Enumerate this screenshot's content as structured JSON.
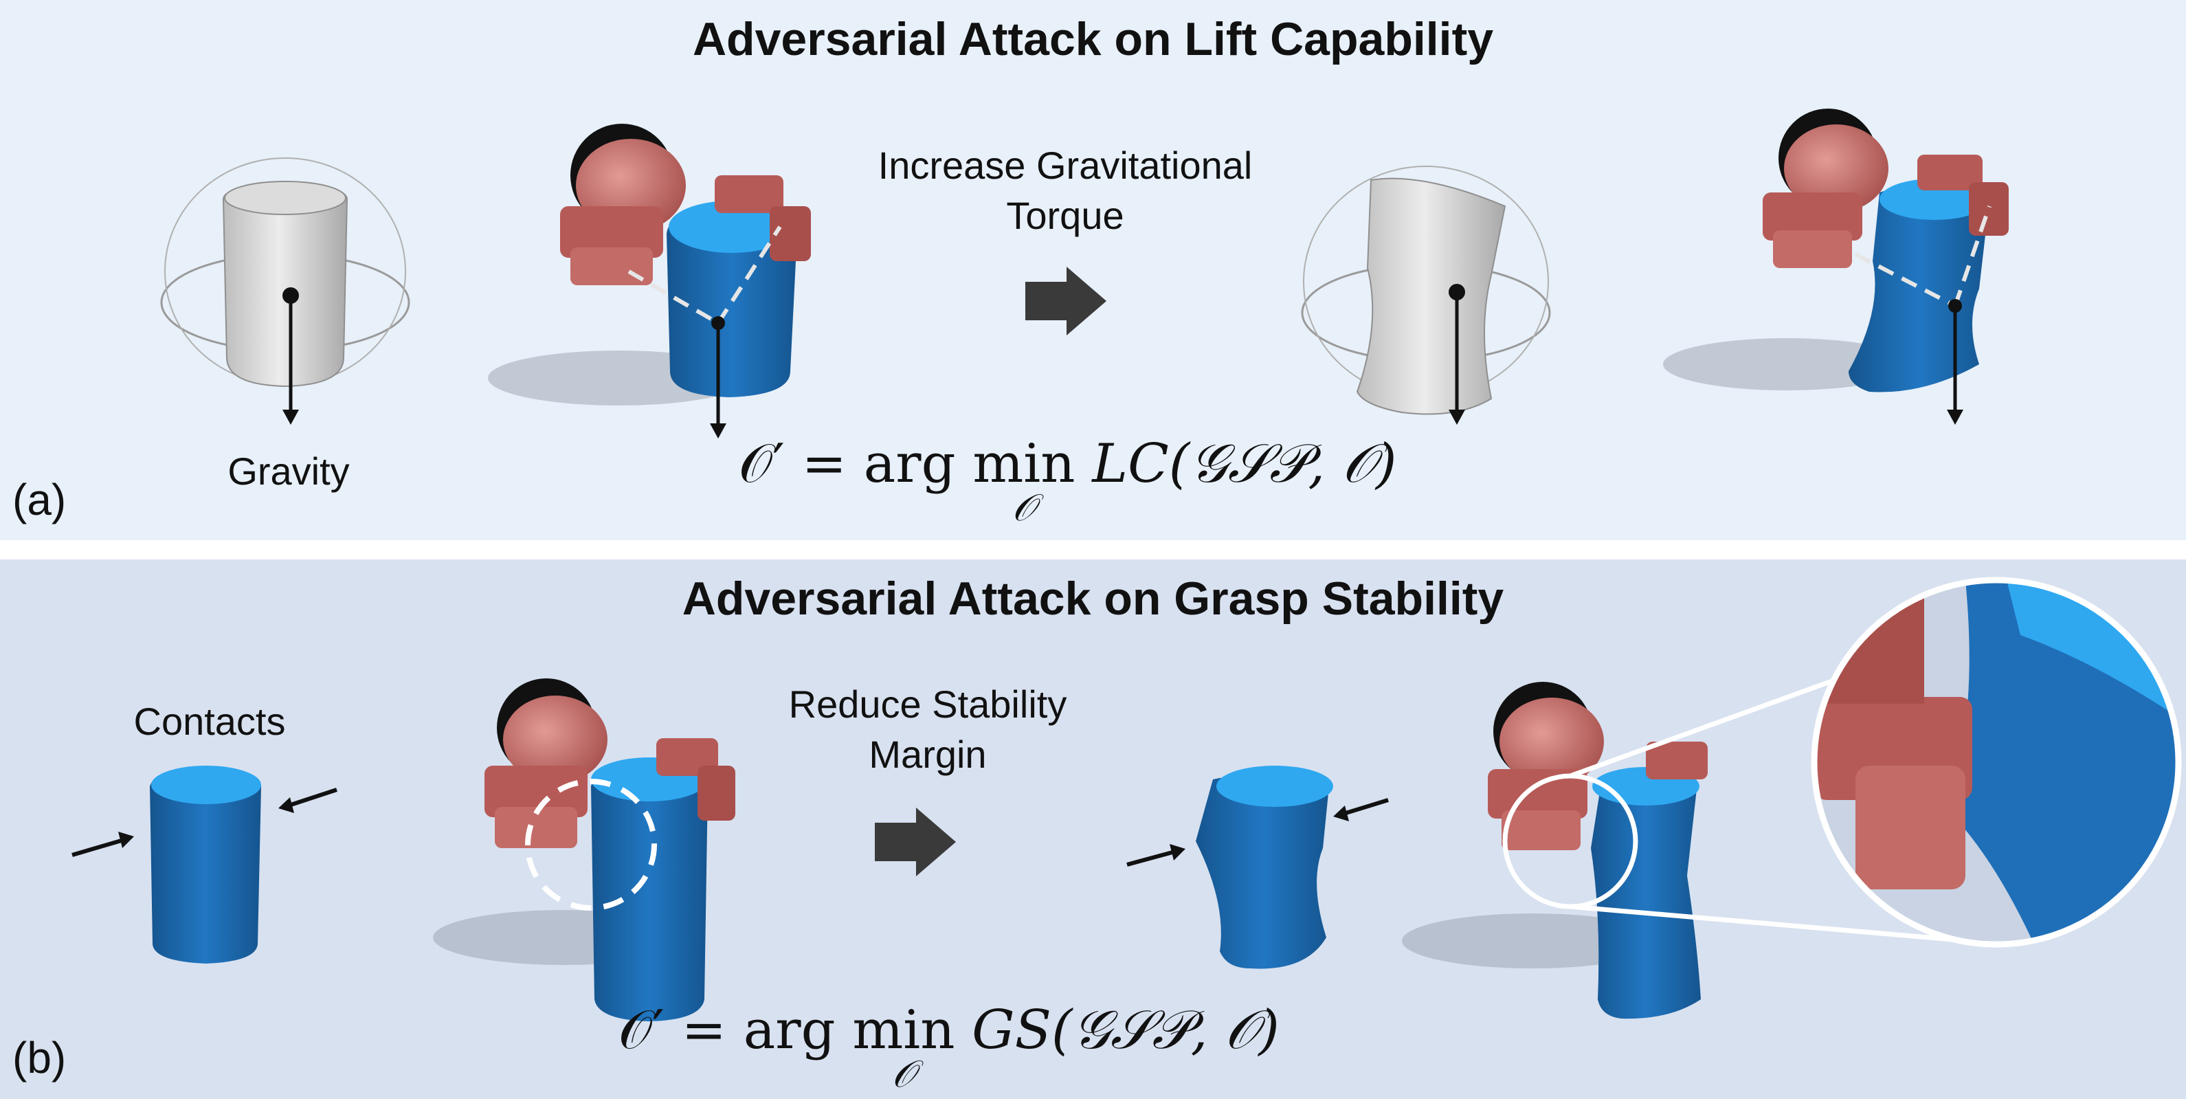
{
  "panel_a": {
    "title": "Adversarial Attack on Lift Capability",
    "tag": "(a)",
    "gravity_label": "Gravity",
    "action_label_line1": "Increase Gravitational",
    "action_label_line2": "Torque",
    "equation": {
      "lhs": "𝒪′ = arg",
      "op": "min",
      "sub": "𝒪",
      "rhs": "LC(𝒢𝒮𝒫, 𝒪)"
    }
  },
  "panel_b": {
    "title": "Adversarial Attack on Grasp Stability",
    "tag": "(b)",
    "contacts_label": "Contacts",
    "action_label_line1": "Reduce Stability",
    "action_label_line2": "Margin",
    "equation": {
      "lhs": "𝒪′ = arg",
      "op": "min",
      "sub": "𝒪",
      "rhs": "GS(𝒢𝒮𝒫, 𝒪)"
    }
  },
  "colors": {
    "panel_a_bg": "#e8f0f9",
    "panel_b_bg": "#d8e1f0",
    "object_blue": "#1f6fb8",
    "object_top": "#2fa8f0",
    "gripper_red": "#c96a66",
    "mesh_gray": "#d2d2d2",
    "arrow_dark": "#3a3a3a"
  }
}
